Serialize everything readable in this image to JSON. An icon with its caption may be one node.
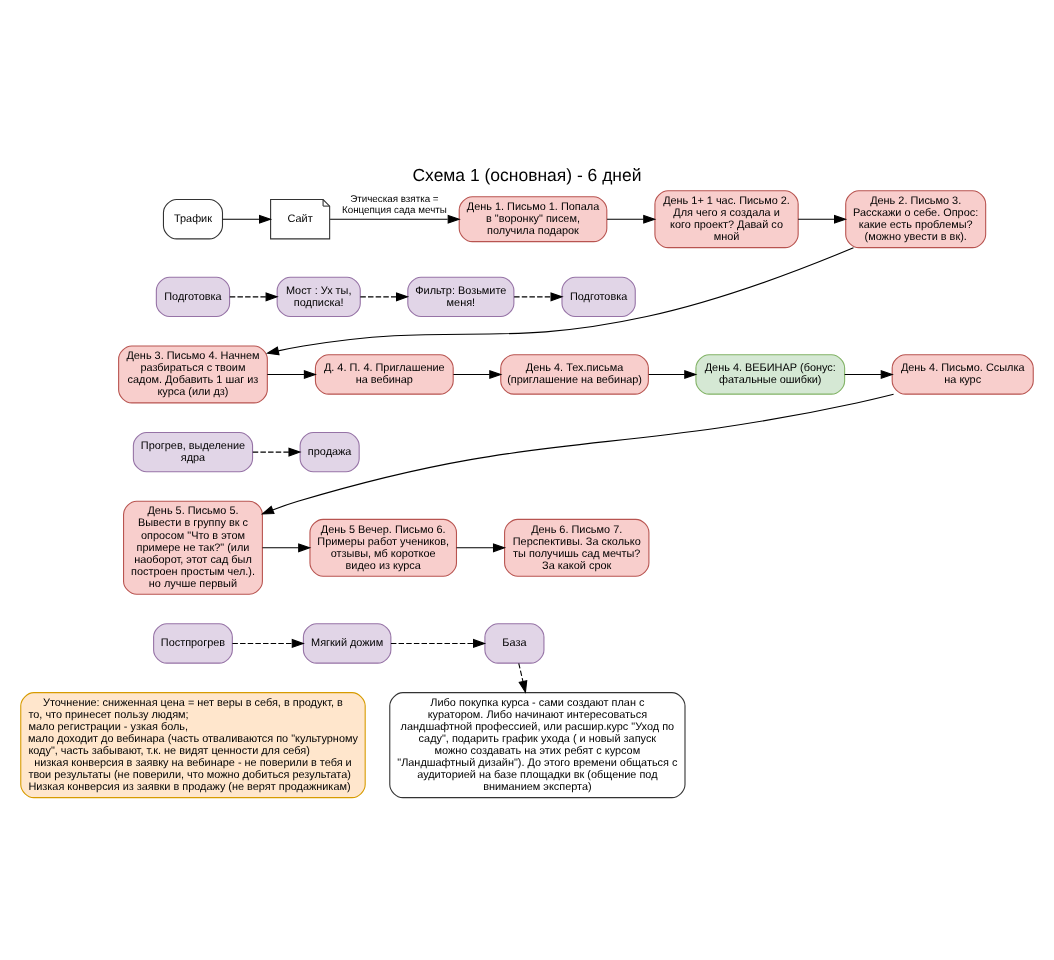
{
  "diagram": {
    "title": "Схема 1 (основная) - 6 дней",
    "nodes": [
      {
        "text": [
          "Трафик"
        ]
      },
      {
        "text": [
          "Сайт"
        ]
      },
      {
        "text": [
          "День 1. Письмо 1. Попала в \"воронку\" писем, получила подарок"
        ]
      },
      {
        "text": [
          "День 1+ 1 час. Письмо 2. Для чего я создала и кого проект? Давай со мной"
        ]
      },
      {
        "text": [
          "День 2. Письмо 3. Расскажи о себе. Опрос: какие есть проблемы? (можно увести в вк)."
        ]
      },
      {
        "text": [
          "Подготовка"
        ]
      },
      {
        "text": [
          "Мост : Ух ты, подписка!"
        ]
      },
      {
        "text": [
          "Фильтр: Возьмите меня!"
        ]
      },
      {
        "text": [
          "Подготовка"
        ]
      },
      {
        "text": [
          "День 3. Письмо 4. Начнем разбираться с твоим садом. Добавить 1 шаг из курса (или дз)"
        ]
      },
      {
        "text": [
          "Д. 4. П. 4. Приглашение на вебинар"
        ]
      },
      {
        "text": [
          "День 4. Тех.письма (приглашение на вебинар)"
        ]
      },
      {
        "text": [
          "День 4. ВЕБИНАР (бонус: фатальные ошибки)"
        ]
      },
      {
        "text": [
          "День 4. Письмо. Ссылка на курс"
        ]
      },
      {
        "text": [
          "Прогрев, выделение ядра"
        ]
      },
      {
        "text": [
          "продажа"
        ]
      },
      {
        "text": [
          "День 5. Письмо 5. Вывести в группу вк с опросом \"Что в этом примере не так?\" (или наоборот, этот сад был построен простым чел.). но лучше первый"
        ]
      },
      {
        "text": [
          "День 5 Вечер. Письмо 6. Примеры работ учеников, отзывы, мб короткое видео из курса"
        ]
      },
      {
        "text": [
          "День 6. Письмо 7. Перспективы. За сколько ты получишь сад мечты? За какой срок"
        ]
      },
      {
        "text": [
          "Постпрогрев"
        ]
      },
      {
        "text": [
          "Мягкий дожим"
        ]
      },
      {
        "text": [
          "База"
        ]
      },
      {
        "text": [
          "Либо покупка курса - сами создают план с куратором. Либо начинают интересоваться ландшафтной профессией, или расшир.курс \"Уход по саду\", подарить график ухода ( и новый запуск можно создавать на этих ребят с курсом \"Ландшафтный дизайн\"). До этого времени общаться с аудиторией на базе площадки вк (общение под вниманием эксперта)"
        ]
      },
      {
        "text": [
          "Уточнение: сниженная цена = нет веры в себя, в продукт, в то, что принесет пользу людям;",
          "мало регистрации - узкая боль,",
          "мало доходит до вебинара (часть отваливаются по \"культурному коду\", часть забывают, т.к. не видят ценности для себя)",
          "низкая конверсия в заявку на вебинаре - не поверили в тебя и твои результаты (не поверили, что можно добиться результата)",
          "Низкая конверсия из заявки в продажу (не верят продажникам)"
        ]
      }
    ],
    "edges": [
      {
        "from": 0,
        "to": 1,
        "arrow": "to"
      },
      {
        "from": 1,
        "to": 2,
        "arrow": "to",
        "label": "Этическая взятка = Концепция сада мечты"
      },
      {
        "from": 2,
        "to": 3,
        "arrow": "to"
      },
      {
        "from": 3,
        "to": 4,
        "arrow": "to"
      },
      {
        "from": 4,
        "to": 9,
        "arrow": "to"
      },
      {
        "from": 5,
        "to": 6,
        "arrow": "to",
        "style": "dashed"
      },
      {
        "from": 6,
        "to": 7,
        "arrow": "to",
        "style": "dashed"
      },
      {
        "from": 7,
        "to": 8,
        "arrow": "to",
        "style": "dashed"
      },
      {
        "from": 9,
        "to": 10,
        "arrow": "to"
      },
      {
        "from": 10,
        "to": 11,
        "arrow": "to"
      },
      {
        "from": 11,
        "to": 12,
        "arrow": "to"
      },
      {
        "from": 12,
        "to": 13,
        "arrow": "to"
      },
      {
        "from": 13,
        "to": 16,
        "arrow": "to"
      },
      {
        "from": 14,
        "to": 15,
        "arrow": "to",
        "style": "dashed"
      },
      {
        "from": 16,
        "to": 17,
        "arrow": "to"
      },
      {
        "from": 17,
        "to": 18,
        "arrow": "to"
      },
      {
        "from": 19,
        "to": 20,
        "arrow": "to",
        "style": "dashed"
      },
      {
        "from": 20,
        "to": 21,
        "arrow": "to",
        "style": "dashed"
      },
      {
        "from": 21,
        "to": 22,
        "arrow": "to",
        "style": "dashed"
      }
    ]
  }
}
